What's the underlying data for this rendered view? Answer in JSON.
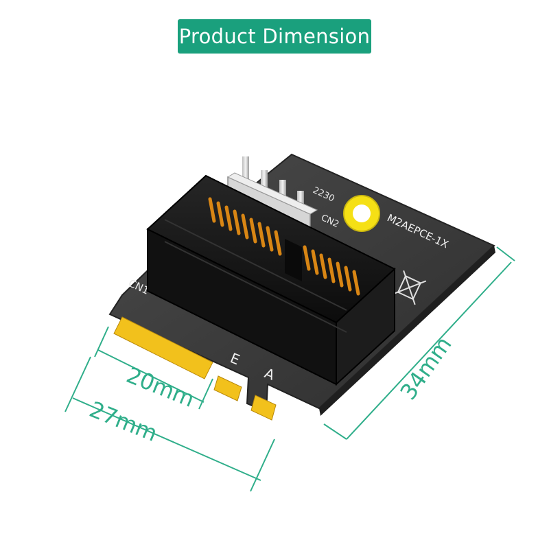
{
  "header": {
    "title": "Product Dimension"
  },
  "board": {
    "model_label": "M2AEPCE-1X",
    "size_label": "2230",
    "connector_main_label": "CN1",
    "connector_power_label": "CN2",
    "key_label_e": "E",
    "key_label_a": "A"
  },
  "dimensions": {
    "contact_width": "20mm",
    "board_width": "27mm",
    "board_length": "34mm"
  },
  "colors": {
    "accent": "#1aa07d",
    "dimension_lines": "#2fae8a",
    "pcb": "#3b3b3b",
    "slot": "#141414",
    "gold": "#f2c11c",
    "spring": "#d98614"
  }
}
